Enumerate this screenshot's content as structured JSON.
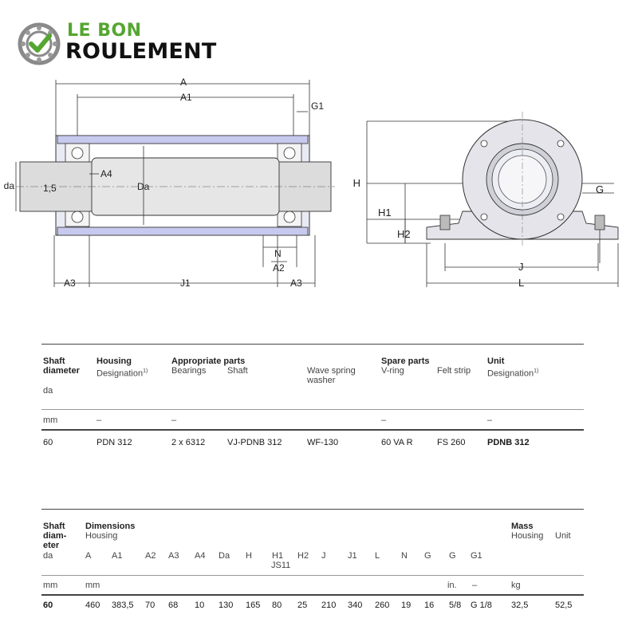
{
  "logo": {
    "line1": "LE BON",
    "line2": "ROULEMENT"
  },
  "drawing": {
    "left_labels": {
      "A": "A",
      "A1": "A1",
      "G1": "G1",
      "da": "da",
      "one_five": "1,5",
      "A4": "A4",
      "Da": "Da",
      "N": "N",
      "A2": "A2",
      "A3_left": "A3",
      "J1": "J1",
      "A3_right": "A3"
    },
    "right_labels": {
      "H": "H",
      "H1": "H1",
      "H2": "H2",
      "G": "G",
      "J": "J",
      "L": "L"
    }
  },
  "table1": {
    "headers": {
      "shaft": "Shaft",
      "diameter": "diameter",
      "da": "da",
      "housing": "Housing",
      "designation": "Designation",
      "appropriate": "Appropriate parts",
      "bearings": "Bearings",
      "shaft_col": "Shaft",
      "wave1": "Wave spring",
      "wave2": "washer",
      "spare": "Spare parts",
      "vring": "V-ring",
      "felt": "Felt strip",
      "unit": "Unit",
      "unit_desig": "Designation",
      "footnote": "1)"
    },
    "units_row": {
      "mm": "mm",
      "d1": "–",
      "d2": "–",
      "d3": "–",
      "d4": "–"
    },
    "data_row": {
      "da": "60",
      "housing": "PDN 312",
      "bearings": "2 x 6312",
      "shaft": "VJ-PDNB 312",
      "wave": "WF-130",
      "vring": "60 VA R",
      "felt": "FS 260",
      "unit": "PDNB 312"
    }
  },
  "table2": {
    "headers": {
      "shaft": "Shaft",
      "diam": "diam-",
      "eter": "eter",
      "da": "da",
      "dimensions": "Dimensions",
      "housing": "Housing",
      "mass": "Mass",
      "mass_housing": "Housing",
      "mass_unit": "Unit",
      "cols": [
        "A",
        "A1",
        "A2",
        "A3",
        "A4",
        "Da",
        "H",
        "H1",
        "H2",
        "J",
        "J1",
        "L",
        "N",
        "G",
        "G",
        "G1"
      ],
      "js11": "JS11"
    },
    "units_row": {
      "mm": "mm",
      "mm2": "mm",
      "in": "in.",
      "dash": "–",
      "kg": "kg"
    },
    "data_row": {
      "da": "60",
      "A": "460",
      "A1": "383,5",
      "A2": "70",
      "A3": "68",
      "A4": "10",
      "Da": "130",
      "H": "165",
      "H1": "80",
      "H2": "25",
      "J": "210",
      "J1": "340",
      "L": "260",
      "N": "19",
      "G": "16",
      "G_in": "5/8",
      "G1": "G 1/8",
      "mass_housing": "32,5",
      "mass_unit": "52,5"
    }
  }
}
